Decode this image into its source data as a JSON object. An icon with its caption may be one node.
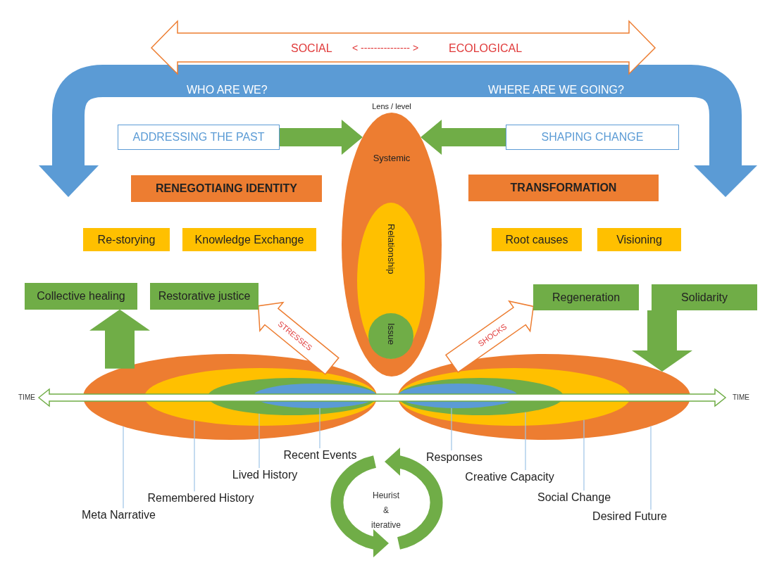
{
  "diagram": {
    "nodes": [
      {
        "text": [
          "ADDRESSING THE PAST"
        ]
      },
      {
        "text": [
          "SHAPING CHANGE"
        ]
      },
      {
        "text": [
          "RENEGOTIAING IDENTITY"
        ]
      },
      {
        "text": [
          "TRANSFORMATION"
        ]
      },
      {
        "text": [
          "Re-storying"
        ]
      },
      {
        "text": [
          "Knowledge Exchange"
        ]
      },
      {
        "text": [
          "Root causes"
        ]
      },
      {
        "text": [
          "Visioning"
        ]
      },
      {
        "text": [
          "Collective healing"
        ]
      },
      {
        "text": [
          "Restorative justice"
        ]
      },
      {
        "text": [
          "Regeneration"
        ]
      },
      {
        "text": [
          "Solidarity"
        ]
      },
      {
        "text": [
          "Lens / level",
          "Systemic"
        ]
      },
      {
        "text": [
          "Relationship"
        ],
        "in": 12
      },
      {
        "text": [
          "Issue"
        ],
        "in": 13
      },
      {
        "text": [],
        "shape": "ellipse"
      },
      {
        "text": [],
        "shape": "ellipse",
        "in": 15
      },
      {
        "text": [],
        "shape": "ellipse",
        "in": 16
      },
      {
        "text": [],
        "shape": "ellipse",
        "in": 17
      },
      {
        "text": [
          "Meta Narrative"
        ]
      },
      {
        "text": [
          "Remembered History"
        ]
      },
      {
        "text": [
          "Lived History"
        ]
      },
      {
        "text": [
          "Recent Events"
        ]
      },
      {
        "text": [],
        "shape": "ellipse"
      },
      {
        "text": [],
        "shape": "ellipse",
        "in": 23
      },
      {
        "text": [],
        "shape": "ellipse",
        "in": 24
      },
      {
        "text": [],
        "shape": "ellipse",
        "in": 25
      },
      {
        "text": [
          "Responses"
        ]
      },
      {
        "text": [
          "Creative Capacity"
        ]
      },
      {
        "text": [
          "Social Change"
        ]
      },
      {
        "text": [
          "Desired Future"
        ]
      }
    ],
    "edges": [
      {
        "from": 0,
        "to": 12,
        "arrow": "to",
        "style": "thick",
        "color": "#70ad47"
      },
      {
        "from": 1,
        "to": 12,
        "arrow": "to",
        "style": "thick",
        "color": "#70ad47"
      },
      {
        "from": 15,
        "to": 8,
        "arrow": "to",
        "style": "thick",
        "color": "#70ad47"
      },
      {
        "from": 11,
        "to": 23,
        "arrow": "to",
        "style": "thick",
        "color": "#70ad47"
      },
      {
        "from": 15,
        "to": 9,
        "arrow": "to",
        "label": "STRESSES",
        "style": "thick",
        "color": "#ed7d31"
      },
      {
        "from": 23,
        "to": 10,
        "arrow": "to",
        "label": "SHOCKS",
        "style": "thick",
        "color": "#ed7d31"
      },
      {
        "from": 19,
        "to": 15,
        "arrow": "none"
      },
      {
        "from": 20,
        "to": 16,
        "arrow": "none"
      },
      {
        "from": 21,
        "to": 17,
        "arrow": "none"
      },
      {
        "from": 22,
        "to": 18,
        "arrow": "none"
      },
      {
        "from": 27,
        "to": 26,
        "arrow": "none"
      },
      {
        "from": 28,
        "to": 25,
        "arrow": "none"
      },
      {
        "from": 29,
        "to": 24,
        "arrow": "none"
      },
      {
        "from": 30,
        "to": 23,
        "arrow": "none"
      }
    ],
    "labels": [
      "SOCIAL",
      "< --------------- >",
      "ECOLOGICAL",
      "WHO ARE WE?",
      "WHERE ARE WE GOING?",
      "TIME",
      "TIME",
      "Heurist & iterative"
    ]
  }
}
